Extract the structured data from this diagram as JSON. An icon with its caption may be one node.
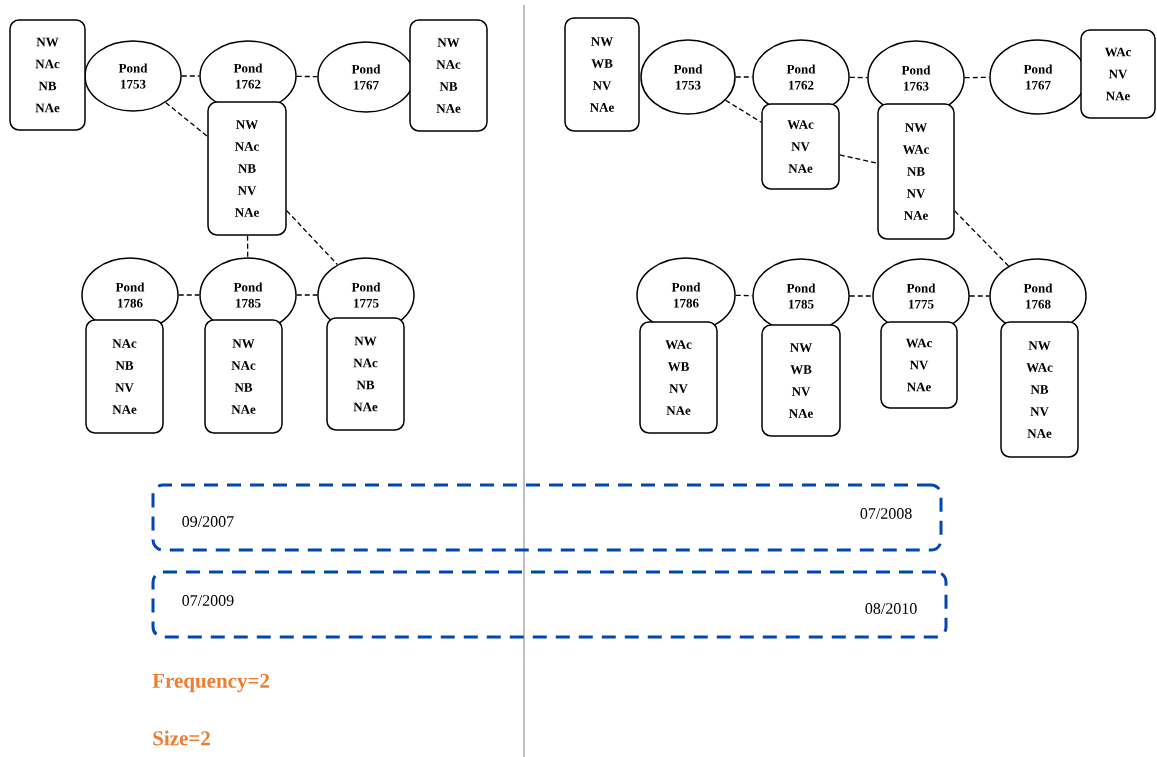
{
  "diagram": {
    "nodes": [
      {
        "text": [
          "NW",
          "NAc",
          "NB",
          "NAe"
        ]
      },
      {
        "text": [
          "Pond 1753"
        ]
      },
      {
        "text": [
          "Pond 1762"
        ]
      },
      {
        "text": [
          "NW",
          "NAc",
          "NB",
          "NV",
          "NAe"
        ]
      },
      {
        "text": [
          "Pond 1767"
        ]
      },
      {
        "text": [
          "NW",
          "NAc",
          "NB",
          "NAe"
        ]
      },
      {
        "text": [
          "Pond 1786"
        ]
      },
      {
        "text": [
          "NAc",
          "NB",
          "NV",
          "NAe"
        ]
      },
      {
        "text": [
          "Pond 1785"
        ]
      },
      {
        "text": [
          "NW",
          "NAc",
          "NB",
          "NAe"
        ]
      },
      {
        "text": [
          "Pond 1775"
        ]
      },
      {
        "text": [
          "NW",
          "NAc",
          "NB",
          "NAe"
        ]
      },
      {
        "text": [
          "NW",
          "WB",
          "NV",
          "NAe"
        ]
      },
      {
        "text": [
          "Pond 1753"
        ]
      },
      {
        "text": [
          "Pond 1762"
        ]
      },
      {
        "text": [
          "WAc",
          "NV",
          "NAe"
        ]
      },
      {
        "text": [
          "Pond 1763"
        ]
      },
      {
        "text": [
          "NW",
          "WAc",
          "NB",
          "NV",
          "NAe"
        ]
      },
      {
        "text": [
          "Pond 1767"
        ]
      },
      {
        "text": [
          "WAc",
          "NV",
          "NAe"
        ]
      },
      {
        "text": [
          "Pond 1786"
        ]
      },
      {
        "text": [
          "WAc",
          "WB",
          "NV",
          "NAe"
        ]
      },
      {
        "text": [
          "Pond 1785"
        ]
      },
      {
        "text": [
          "NW",
          "WB",
          "NV",
          "NAe"
        ]
      },
      {
        "text": [
          "Pond 1775"
        ]
      },
      {
        "text": [
          "WAc",
          "NV",
          "NAe"
        ]
      },
      {
        "text": [
          "Pond 1768"
        ]
      },
      {
        "text": [
          "NW",
          "WAc",
          "NB",
          "NV",
          "NAe"
        ]
      },
      {
        "text": [
          "09/2007",
          "07/2008"
        ]
      },
      {
        "text": [
          "07/2009",
          "08/2010"
        ]
      }
    ],
    "edges": [
      {
        "from": 1,
        "to": 2,
        "arrow": "none",
        "style": "dashed"
      },
      {
        "from": 2,
        "to": 4,
        "arrow": "none",
        "style": "dashed"
      },
      {
        "from": 1,
        "to": 3,
        "arrow": "none",
        "style": "dashed"
      },
      {
        "from": 3,
        "to": 8,
        "arrow": "none",
        "style": "dashed"
      },
      {
        "from": 3,
        "to": 10,
        "arrow": "none",
        "style": "dashed"
      },
      {
        "from": 6,
        "to": 8,
        "arrow": "none",
        "style": "dashed"
      },
      {
        "from": 8,
        "to": 10,
        "arrow": "none",
        "style": "dashed"
      },
      {
        "from": 13,
        "to": 14,
        "arrow": "none",
        "style": "dashed"
      },
      {
        "from": 14,
        "to": 16,
        "arrow": "none",
        "style": "dashed"
      },
      {
        "from": 16,
        "to": 18,
        "arrow": "none",
        "style": "dashed"
      },
      {
        "from": 13,
        "to": 15,
        "arrow": "none",
        "style": "dashed"
      },
      {
        "from": 15,
        "to": 17,
        "arrow": "none",
        "style": "dashed"
      },
      {
        "from": 17,
        "to": 26,
        "arrow": "none",
        "style": "dashed"
      },
      {
        "from": 20,
        "to": 22,
        "arrow": "none",
        "style": "dashed"
      },
      {
        "from": 22,
        "to": 24,
        "arrow": "none",
        "style": "dashed"
      },
      {
        "from": 24,
        "to": 26,
        "arrow": "none",
        "style": "dashed"
      }
    ],
    "labels": [
      "Frequency=2",
      "Size=2"
    ]
  }
}
